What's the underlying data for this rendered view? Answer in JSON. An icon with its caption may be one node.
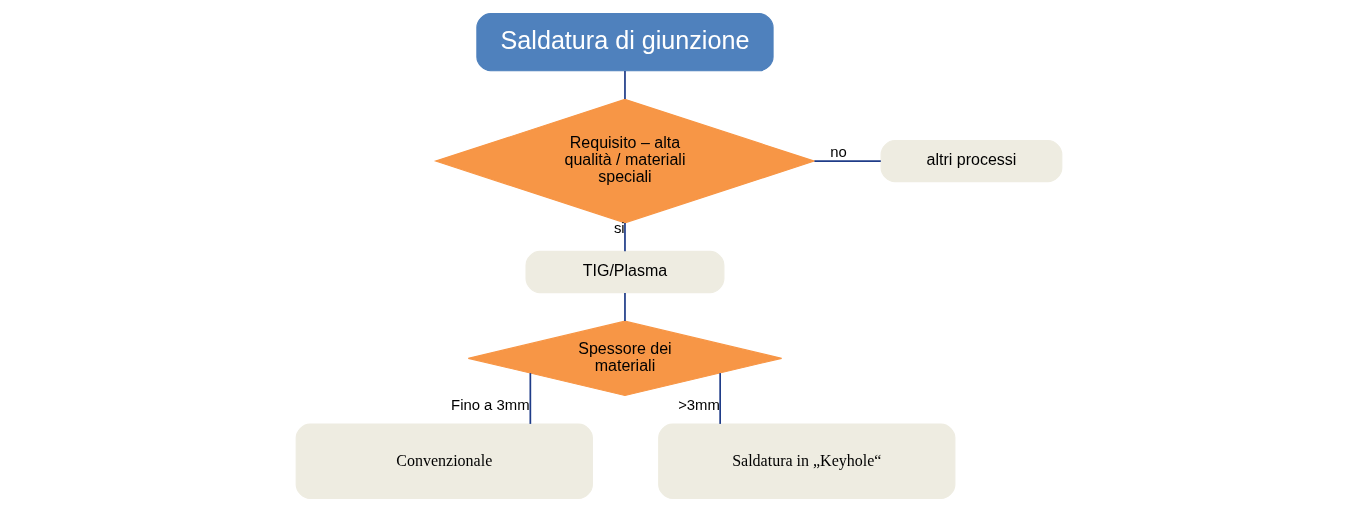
{
  "diagram": {
    "nodes": [
      {
        "text": [
          "Saldatura di giunzione"
        ]
      },
      {
        "text": [
          "Requisito – alta qualità / materiali speciali"
        ]
      },
      {
        "text": [
          "altri processi"
        ]
      },
      {
        "text": [
          "TIG/Plasma"
        ]
      },
      {
        "text": [
          "Spessore dei materiali"
        ]
      },
      {
        "text": [
          "Convenzionale"
        ]
      },
      {
        "text": [
          "Saldatura in „Keyhole“"
        ]
      }
    ],
    "edges": [
      {
        "from": 0,
        "to": 1,
        "arrow": "none"
      },
      {
        "from": 1,
        "to": 2,
        "arrow": "none",
        "label": "no"
      },
      {
        "from": 1,
        "to": 3,
        "arrow": "none",
        "label": "si"
      },
      {
        "from": 3,
        "to": 4,
        "arrow": "none"
      },
      {
        "from": 4,
        "to": 5,
        "arrow": "none",
        "label": "Fino a 3mm"
      },
      {
        "from": 4,
        "to": 6,
        "arrow": "none",
        "label": ">3mm"
      }
    ]
  }
}
